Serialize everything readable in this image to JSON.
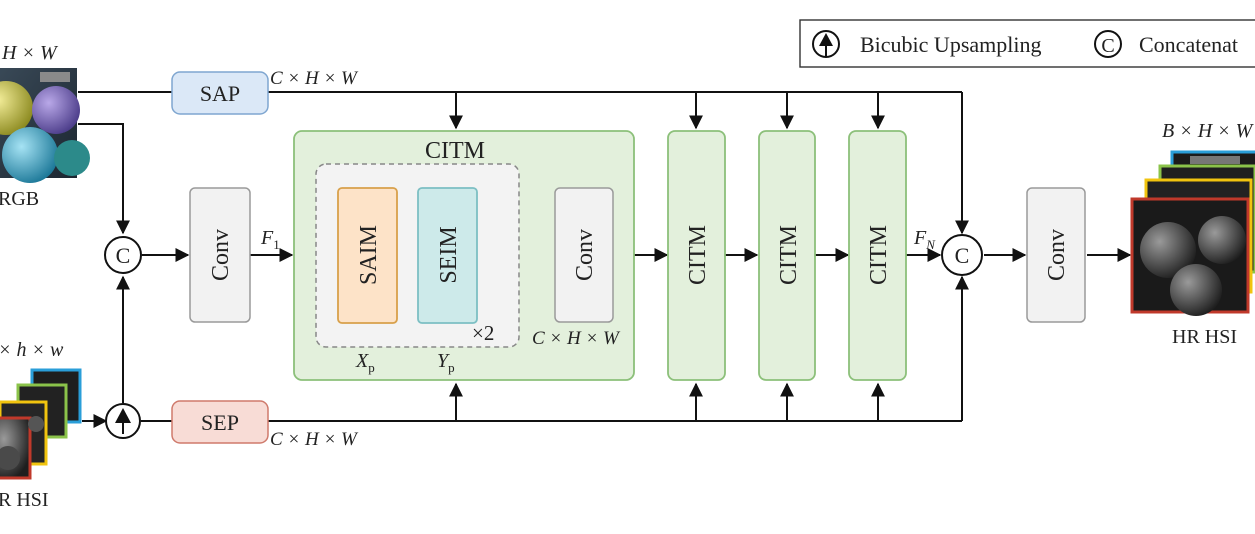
{
  "legend": {
    "upsampling": "Bicubic Upsampling",
    "concat_symbol": "C",
    "concat": "Concatenat"
  },
  "inputs": {
    "rgb_dims": "H × W",
    "rgb_label": "RGB",
    "lr_dims": "× h × w",
    "lr_label": "R HSI"
  },
  "blocks": {
    "sap": "SAP",
    "sep": "SEP",
    "sap_dims": "C × H × W",
    "sep_dims": "C × H × W",
    "concat_symbol": "C",
    "conv_in": "Conv",
    "f1_main": "F",
    "f1_sub": "1",
    "citm_title": "CITM",
    "saim": "SAIM",
    "seim": "SEIM",
    "repeat": "×2",
    "citm_conv": "Conv",
    "citm_dims": "C × H × W",
    "xp_main": "X",
    "xp_sub": "p",
    "yp_main": "Y",
    "yp_sub": "p",
    "citm_1": "CITM",
    "citm_2": "CITM",
    "citm_3": "CITM",
    "fn_main": "F",
    "fn_sub": "N",
    "conv_out": "Conv"
  },
  "output": {
    "dims": "B × H × W",
    "label": "HR HSI"
  },
  "colors": {
    "sap_fill": "#dbe8f7",
    "sap_stroke": "#7fa6d0",
    "sep_fill": "#f8dcd6",
    "sep_stroke": "#cf7a6c",
    "citm_fill": "#e3f0dc",
    "citm_stroke": "#8cc07a",
    "saim_fill": "#fde3c8",
    "saim_stroke": "#d8a04a",
    "seim_fill": "#cdeaea",
    "seim_stroke": "#7cbfc3",
    "conv_fill": "#f2f2f2",
    "conv_stroke": "#9a9a9a"
  }
}
